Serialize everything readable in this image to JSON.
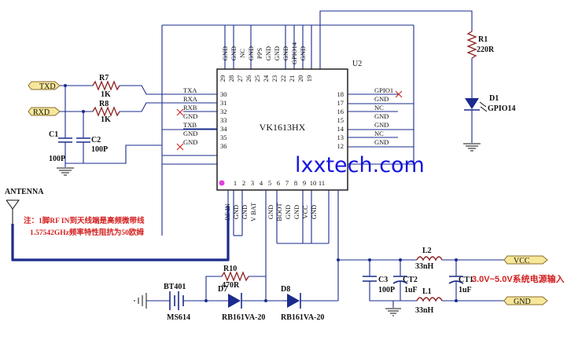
{
  "chip": {
    "part": "VK1613HX",
    "ref": "U2",
    "pins_top": [
      {
        "num": "29",
        "name": "GND"
      },
      {
        "num": "28",
        "name": "GND"
      },
      {
        "num": "27",
        "name": "NC"
      },
      {
        "num": "26",
        "name": "GND"
      },
      {
        "num": "25",
        "name": "PPS"
      },
      {
        "num": "24",
        "name": "GND"
      },
      {
        "num": "23",
        "name": "GND"
      },
      {
        "num": "22",
        "name": "GND"
      },
      {
        "num": "21",
        "name": "GPIO14"
      },
      {
        "num": "20",
        "name": "GND"
      },
      {
        "num": "19",
        "name": ""
      }
    ],
    "pins_bottom": [
      {
        "num": "1",
        "name": "RF IN"
      },
      {
        "num": "2",
        "name": "GND"
      },
      {
        "num": "3",
        "name": "GND"
      },
      {
        "num": "4",
        "name": "V BAT"
      },
      {
        "num": "5",
        "name": ""
      },
      {
        "num": "6",
        "name": "GND"
      },
      {
        "num": "7",
        "name": "BOOT"
      },
      {
        "num": "8",
        "name": "GND"
      },
      {
        "num": "9",
        "name": "GND"
      },
      {
        "num": "10",
        "name": "VCC"
      },
      {
        "num": "11",
        "name": "GND"
      }
    ],
    "pins_left": [
      {
        "num": "30",
        "name": "TXA"
      },
      {
        "num": "31",
        "name": "RXA"
      },
      {
        "num": "32",
        "name": "RXB"
      },
      {
        "num": "33",
        "name": "GND"
      },
      {
        "num": "34",
        "name": "TXB"
      },
      {
        "num": "35",
        "name": "GND"
      },
      {
        "num": "36",
        "name": "GND"
      }
    ],
    "pins_right": [
      {
        "num": "18",
        "name": "GPIO1"
      },
      {
        "num": "17",
        "name": "GND"
      },
      {
        "num": "16",
        "name": "NC"
      },
      {
        "num": "15",
        "name": "GND"
      },
      {
        "num": "14",
        "name": "GND"
      },
      {
        "num": "13",
        "name": "NC"
      },
      {
        "num": "12",
        "name": "GND"
      }
    ]
  },
  "ports": {
    "txd": "TXD",
    "rxd": "RXD",
    "vcc": "VCC",
    "gnd": "GND"
  },
  "components": {
    "r7": {
      "ref": "R7",
      "value": "1K"
    },
    "r8": {
      "ref": "R8",
      "value": "1K"
    },
    "r1": {
      "ref": "R1",
      "value": "220R"
    },
    "r10": {
      "ref": "R10",
      "value": "470R"
    },
    "c1": {
      "ref": "C1",
      "value": "100P"
    },
    "c2": {
      "ref": "C2",
      "value": "100P"
    },
    "c3": {
      "ref": "C3",
      "value": "100P"
    },
    "ct2": {
      "ref": "CT2",
      "value": "1uF"
    },
    "ct1": {
      "ref": "CT1",
      "value": "1uF"
    },
    "l1": {
      "ref": "L1",
      "value": "33nH"
    },
    "l2": {
      "ref": "L2",
      "value": "33nH"
    },
    "d1": {
      "ref": "D1",
      "value": "GPIO14"
    },
    "d7": {
      "ref": "D7",
      "value": "RB161VA-20"
    },
    "d8": {
      "ref": "D8",
      "value": "RB161VA-20"
    },
    "bt401": {
      "ref": "BT401",
      "value": "MS614"
    }
  },
  "antenna_label": "ANTENNA",
  "note": {
    "line1": "注：1脚RF IN到天线端是高频微带线",
    "line2": "1.57542GHz频率特性阻抗为50欧姆"
  },
  "power_input_label": "3.0V~5.0V系统电源输入",
  "watermark": "lxxtech.com",
  "colors": {
    "wire": "#1a2b8c",
    "note_text": "#d42020",
    "watermark": "#1515e0",
    "port_fill": "#f6e79a",
    "pin1_marker": "#e040e0"
  }
}
